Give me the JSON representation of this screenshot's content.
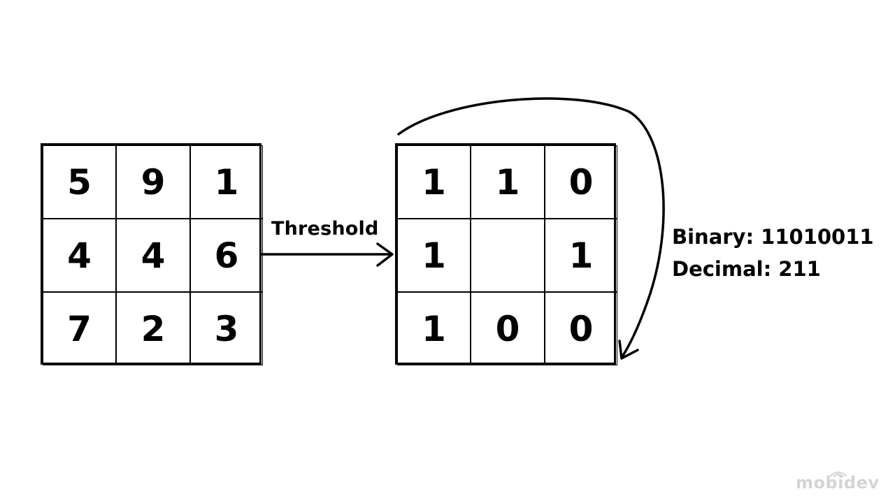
{
  "input_grid": {
    "cells": [
      "5",
      "9",
      "1",
      "4",
      "4",
      "6",
      "7",
      "2",
      "3"
    ]
  },
  "arrow_label": "Threshold",
  "binary_grid": {
    "cells": [
      "1",
      "1",
      "0",
      "1",
      "",
      "1",
      "1",
      "0",
      "0"
    ]
  },
  "result": {
    "binary": "Binary: 11010011",
    "decimal": "Decimal: 211"
  },
  "watermark": "mobidev",
  "colors": {
    "stroke": "#000000",
    "background": "#ffffff",
    "watermark": "#d4d4d4"
  }
}
